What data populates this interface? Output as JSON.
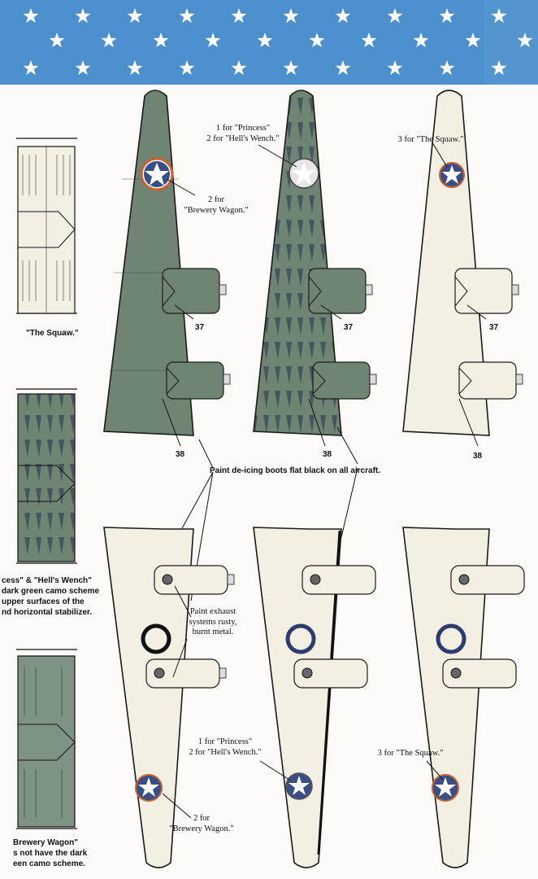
{
  "colors": {
    "banner_blue": "#4b8fcc",
    "camo_green": "#6f8472",
    "camo_dark": "#3f4e58",
    "white_wing": "#f3f0e3",
    "outline": "#1a1a1a",
    "insignia_blue": "#3a4e86",
    "insignia_red": "#c9612f"
  },
  "icons": [
    "star-icon",
    "insignia-roundel-icon",
    "propeller-spinner-icon",
    "wheel-icon"
  ],
  "side_views": {
    "squaw_caption": "\"The Squaw.\"",
    "princess_caption": [
      "cess\" & \"Hell's Wench\"",
      "dark green camo scheme",
      "upper surfaces of the",
      "nd horizontal stabilizer."
    ],
    "brewery_caption": [
      "Brewery Wagon\"",
      "s not have the dark",
      "een camo scheme."
    ]
  },
  "upper_wings": {
    "left": {
      "callout": [
        "2 for",
        "\"Brewery Wagon.\""
      ],
      "num_37": "37",
      "num_38": "38"
    },
    "middle": {
      "callout": [
        "1 for \"Princess\"",
        "2 for \"Hell's Wench.\""
      ],
      "num_37": "37",
      "num_38": "38"
    },
    "right": {
      "callout": [
        "3 for \"The Squaw.\""
      ],
      "num_37": "37",
      "num_38": "38"
    }
  },
  "deicing_note": "Paint de-icing boots flat black on all aircraft.",
  "exhaust_note": [
    "Paint exhaust",
    "systems rusty,",
    "burnt metal."
  ],
  "lower_wings": {
    "left": {
      "callout": [
        "2 for",
        "\"Brewery Wagon.\""
      ]
    },
    "middle": {
      "callout": [
        "1 for \"Princess\"",
        "2 for \"Hell's Wench.\""
      ]
    },
    "right": {
      "callout": [
        "3 for \"The Squaw.\""
      ]
    }
  }
}
